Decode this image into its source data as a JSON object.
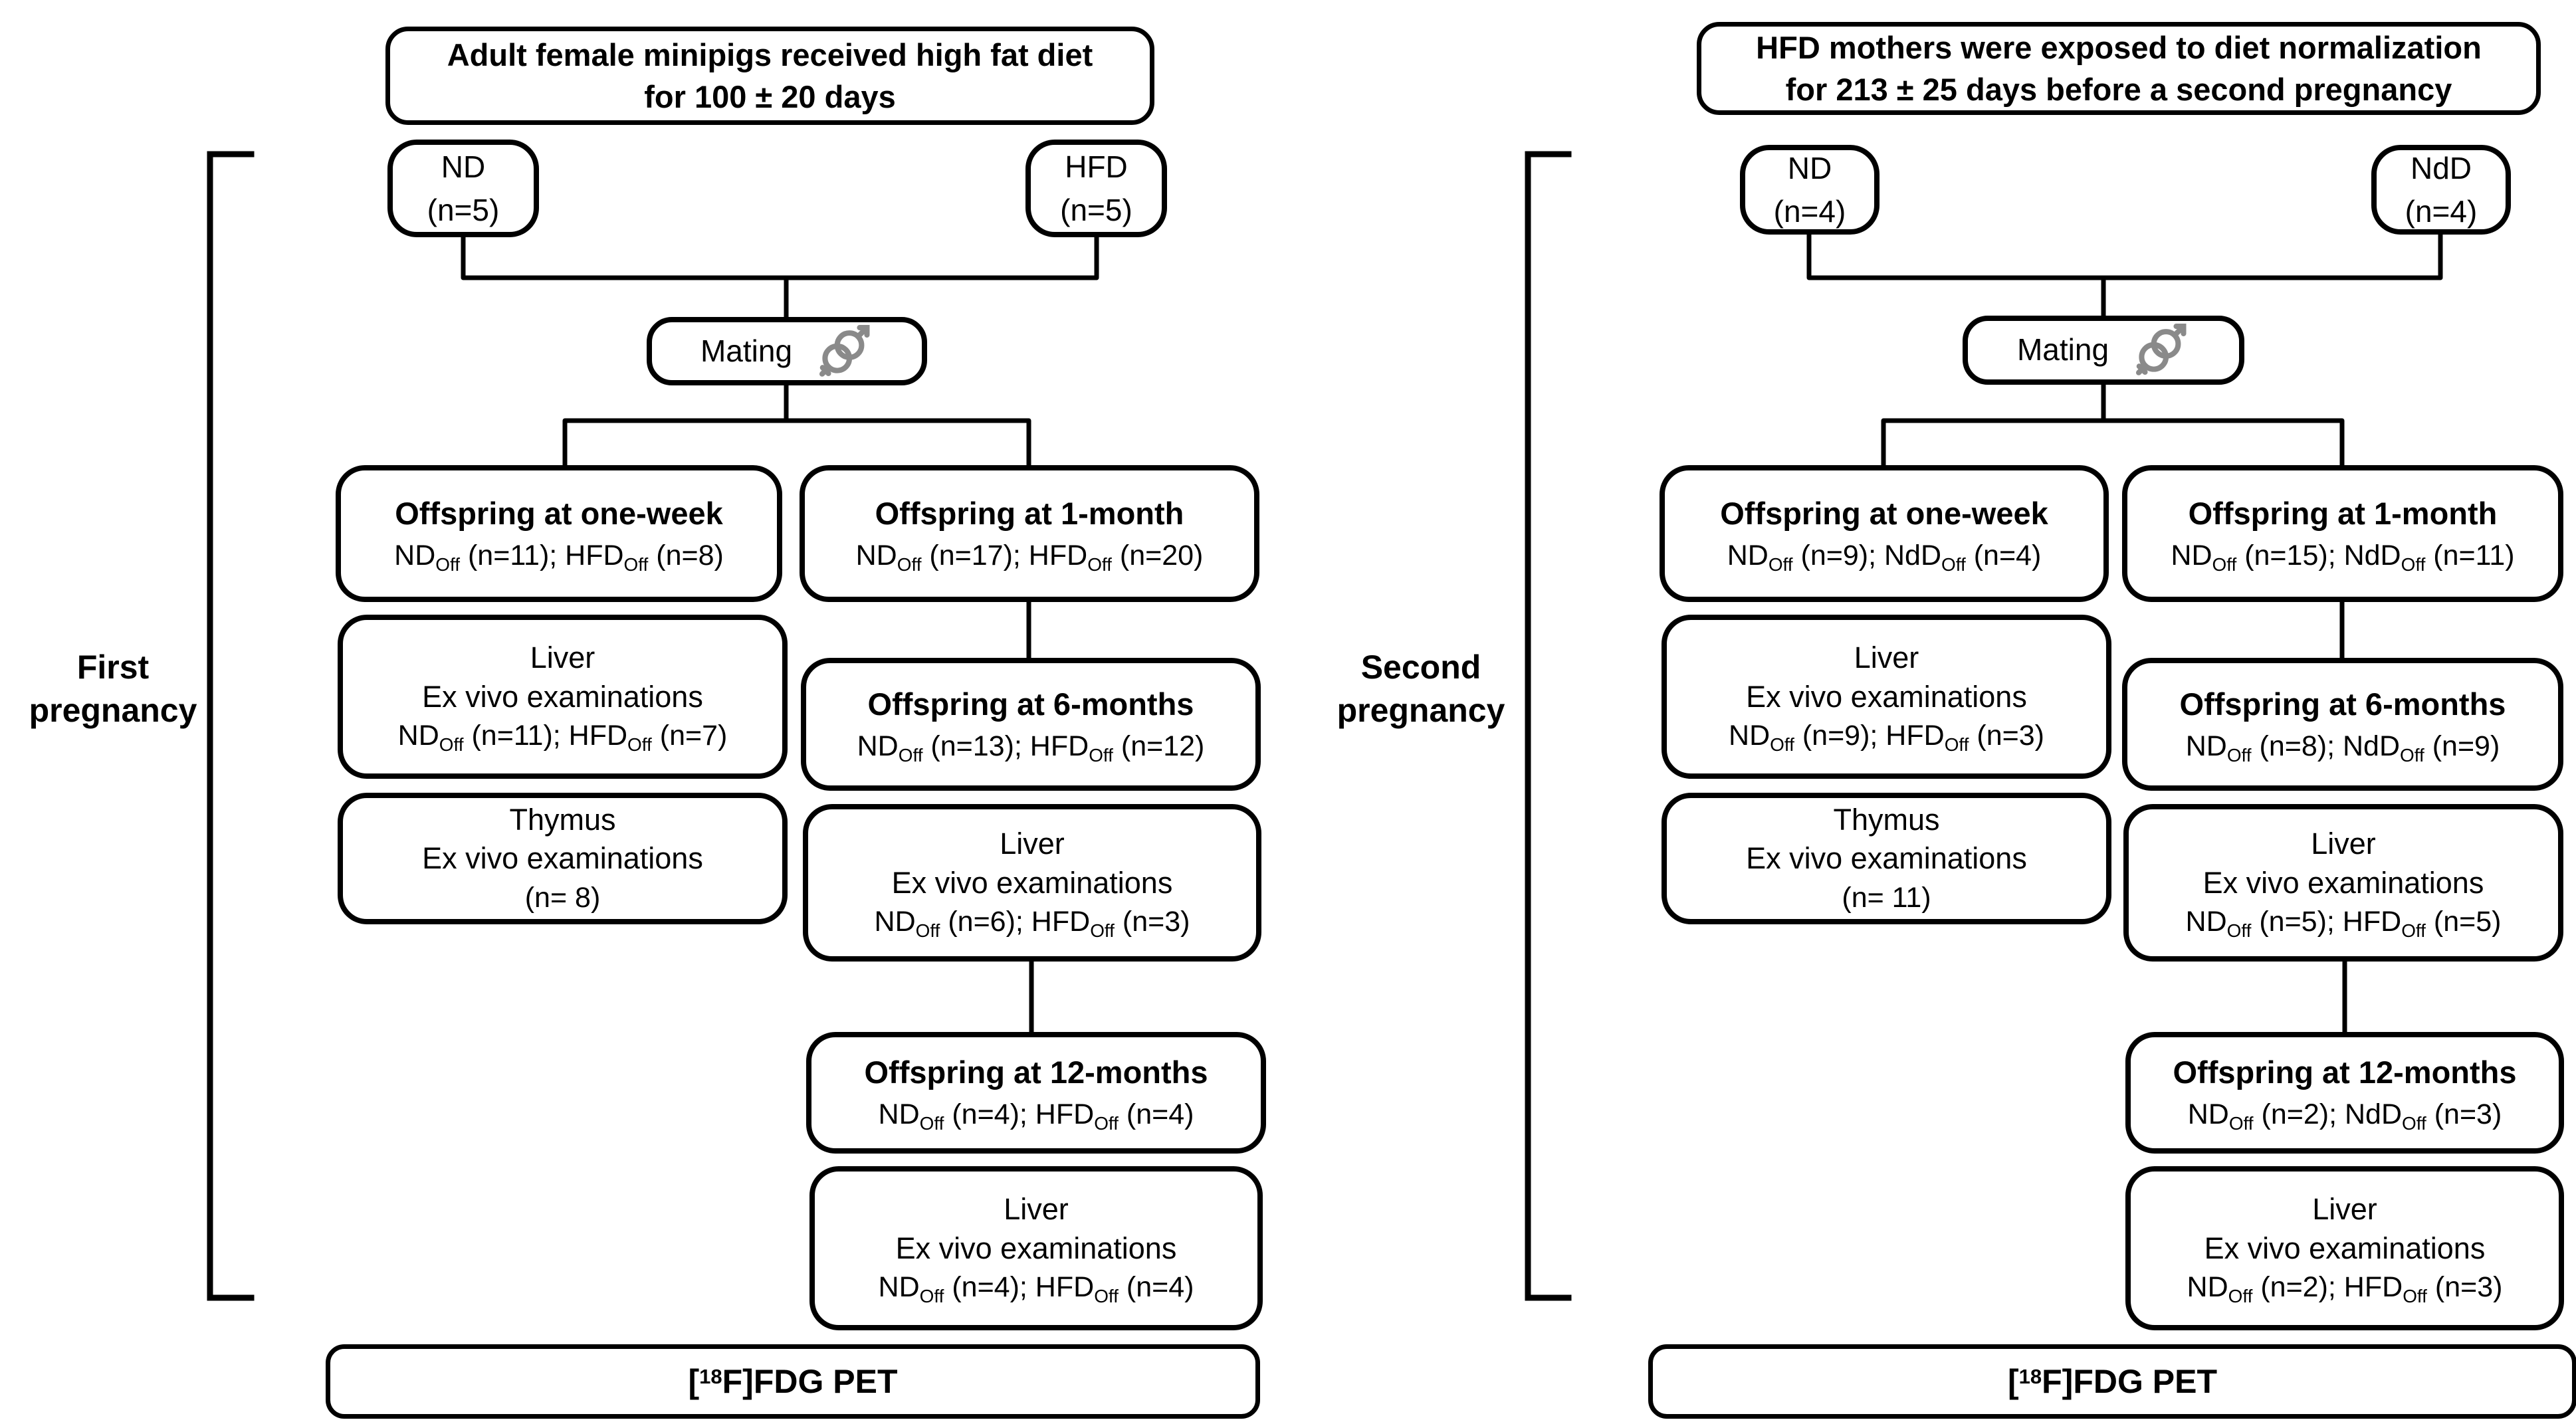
{
  "colors": {
    "line": "#000000",
    "box_border": "#000000",
    "mating_icon_gray": "#8a8a8a",
    "background": "#ffffff"
  },
  "panels": [
    {
      "bracket_label": "First\npregnancy",
      "header": "Adult female minipigs received high fat diet\nfor 100 ± 20 days",
      "parent_left": {
        "name": "ND",
        "count": "(n=5)"
      },
      "parent_right": {
        "name": "HFD",
        "count": "(n=5)"
      },
      "mating_label": "Mating",
      "one_week": {
        "title": "Offspring at one-week",
        "counts": [
          [
            "ND",
            "t"
          ],
          [
            "Off",
            "sub"
          ],
          [
            " (n=11); HFD",
            "t"
          ],
          [
            "Off",
            "sub"
          ],
          [
            " (n=8)",
            "t"
          ]
        ]
      },
      "one_month": {
        "title": "Offspring at 1-month",
        "counts": [
          [
            "ND",
            "t"
          ],
          [
            "Off",
            "sub"
          ],
          [
            " (n=17); HFD",
            "t"
          ],
          [
            "Off",
            "sub"
          ],
          [
            " (n=20)",
            "t"
          ]
        ]
      },
      "liver_a": {
        "organ": "Liver",
        "exam": "Ex vivo examinations",
        "counts": [
          [
            "ND",
            "t"
          ],
          [
            "Off",
            "sub"
          ],
          [
            " (n=11); HFD",
            "t"
          ],
          [
            "Off",
            "sub"
          ],
          [
            " (n=7)",
            "t"
          ]
        ]
      },
      "six_months": {
        "title": "Offspring at 6-months",
        "counts": [
          [
            "ND",
            "t"
          ],
          [
            "Off",
            "sub"
          ],
          [
            " (n=13); HFD",
            "t"
          ],
          [
            "Off",
            "sub"
          ],
          [
            " (n=12)",
            "t"
          ]
        ]
      },
      "thymus": {
        "organ": "Thymus",
        "exam": "Ex vivo examinations",
        "counts": [
          [
            "(n= 8)",
            "t"
          ]
        ]
      },
      "liver_b": {
        "organ": "Liver",
        "exam": "Ex vivo examinations",
        "counts": [
          [
            "ND",
            "t"
          ],
          [
            "Off",
            "sub"
          ],
          [
            " (n=6); HFD",
            "t"
          ],
          [
            "Off",
            "sub"
          ],
          [
            " (n=3)",
            "t"
          ]
        ]
      },
      "twelve_months": {
        "title": "Offspring at 12-months",
        "counts": [
          [
            "ND",
            "t"
          ],
          [
            "Off",
            "sub"
          ],
          [
            " (n=4); HFD",
            "t"
          ],
          [
            "Off",
            "sub"
          ],
          [
            " (n=4)",
            "t"
          ]
        ]
      },
      "liver_c": {
        "organ": "Liver",
        "exam": "Ex vivo examinations",
        "counts": [
          [
            "ND",
            "t"
          ],
          [
            "Off",
            "sub"
          ],
          [
            " (n=4); HFD",
            "t"
          ],
          [
            "Off",
            "sub"
          ],
          [
            " (n=4)",
            "t"
          ]
        ]
      },
      "pet_label": [
        [
          "[",
          "t"
        ],
        [
          "18",
          "sup"
        ],
        [
          "F]FDG PET",
          "t"
        ]
      ]
    },
    {
      "bracket_label": "Second\npregnancy",
      "header": "HFD mothers were exposed to diet normalization\nfor 213 ± 25 days before a second pregnancy",
      "parent_left": {
        "name": "ND",
        "count": "(n=4)"
      },
      "parent_right": {
        "name": "NdD",
        "count": "(n=4)"
      },
      "mating_label": "Mating",
      "one_week": {
        "title": "Offspring at one-week",
        "counts": [
          [
            "ND",
            "t"
          ],
          [
            "Off",
            "sub"
          ],
          [
            " (n=9); NdD",
            "t"
          ],
          [
            "Off",
            "sub"
          ],
          [
            " (n=4)",
            "t"
          ]
        ]
      },
      "one_month": {
        "title": "Offspring at 1-month",
        "counts": [
          [
            "ND",
            "t"
          ],
          [
            "Off",
            "sub"
          ],
          [
            " (n=15); NdD",
            "t"
          ],
          [
            "Off",
            "sub"
          ],
          [
            " (n=11)",
            "t"
          ]
        ]
      },
      "liver_a": {
        "organ": "Liver",
        "exam": "Ex vivo examinations",
        "counts": [
          [
            "ND",
            "t"
          ],
          [
            "Off",
            "sub"
          ],
          [
            " (n=9); HFD",
            "t"
          ],
          [
            "Off",
            "sub"
          ],
          [
            " (n=3)",
            "t"
          ]
        ]
      },
      "six_months": {
        "title": "Offspring at 6-months",
        "counts": [
          [
            "ND",
            "t"
          ],
          [
            "Off",
            "sub"
          ],
          [
            " (n=8); NdD",
            "t"
          ],
          [
            "Off",
            "sub"
          ],
          [
            " (n=9)",
            "t"
          ]
        ]
      },
      "thymus": {
        "organ": "Thymus",
        "exam": "Ex vivo examinations",
        "counts": [
          [
            "(n= 11)",
            "t"
          ]
        ]
      },
      "liver_b": {
        "organ": "Liver",
        "exam": "Ex vivo examinations",
        "counts": [
          [
            "ND",
            "t"
          ],
          [
            "Off",
            "sub"
          ],
          [
            " (n=5); HFD",
            "t"
          ],
          [
            "Off",
            "sub"
          ],
          [
            " (n=5)",
            "t"
          ]
        ]
      },
      "twelve_months": {
        "title": "Offspring at 12-months",
        "counts": [
          [
            "ND",
            "t"
          ],
          [
            "Off",
            "sub"
          ],
          [
            " (n=2); NdD",
            "t"
          ],
          [
            "Off",
            "sub"
          ],
          [
            " (n=3)",
            "t"
          ]
        ]
      },
      "liver_c": {
        "organ": "Liver",
        "exam": "Ex vivo examinations",
        "counts": [
          [
            "ND",
            "t"
          ],
          [
            "Off",
            "sub"
          ],
          [
            " (n=2); HFD",
            "t"
          ],
          [
            "Off",
            "sub"
          ],
          [
            " (n=3)",
            "t"
          ]
        ]
      },
      "pet_label": [
        [
          "[",
          "t"
        ],
        [
          "18",
          "sup"
        ],
        [
          "F]FDG PET",
          "t"
        ]
      ]
    }
  ]
}
